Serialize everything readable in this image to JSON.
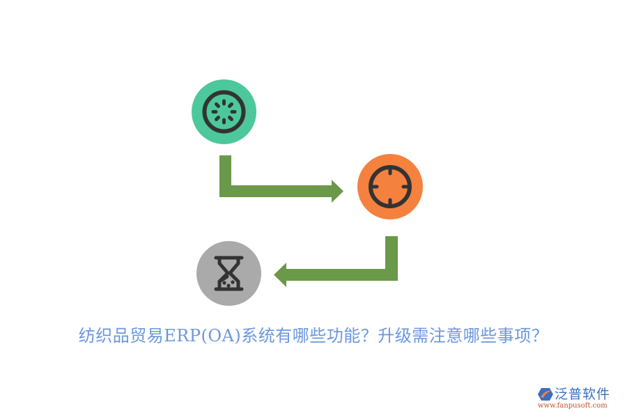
{
  "diagram": {
    "title": "纺织品贸易ERP(OA)系统有哪些功能？升级需注意哪些事项？",
    "nodes": [
      {
        "id": "step-1",
        "icon": "loading-spinner-icon",
        "color": "#4dc89c"
      },
      {
        "id": "step-2",
        "icon": "crosshair-target-icon",
        "color": "#f5813f"
      },
      {
        "id": "step-3",
        "icon": "hourglass-icon",
        "color": "#aaaaaa"
      }
    ],
    "edges": [
      {
        "from": "step-1",
        "to": "step-2",
        "direction": "down-then-right",
        "color": "#6a994a"
      },
      {
        "from": "step-2",
        "to": "step-3",
        "direction": "down-then-left",
        "color": "#6a994a"
      }
    ],
    "title_color": "#6a97dc",
    "icon_color": "#333333"
  },
  "brand": {
    "name": "泛普软件",
    "url": "www.fanpusoft.com"
  }
}
